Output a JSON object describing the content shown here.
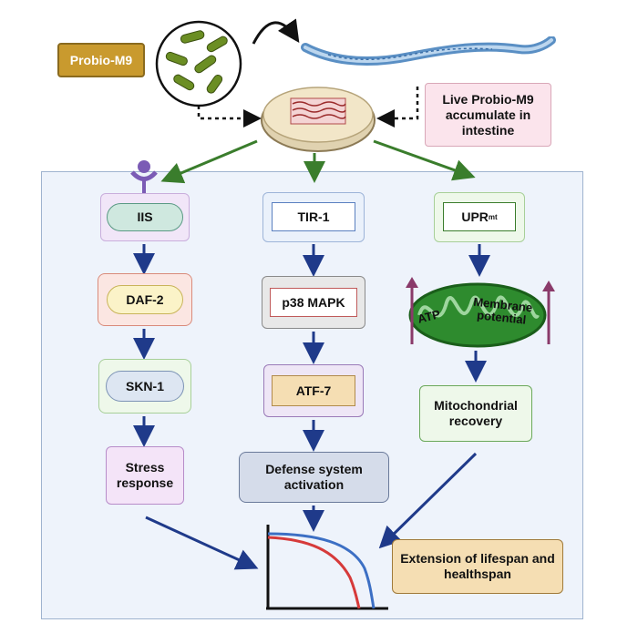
{
  "probio_label": "Probio-M9",
  "accumulate_note": "Live Probio-M9 accumulate in intestine",
  "pathways": {
    "iis": {
      "steps": [
        "IIS",
        "DAF-2",
        "SKN-1"
      ],
      "outcome": "Stress response"
    },
    "tir": {
      "steps": [
        "TIR-1",
        "p38 MAPK",
        "ATF-7"
      ],
      "outcome": "Defense system activation"
    },
    "upr": {
      "label_main": "UPR",
      "label_sup": "mt",
      "mito_atp": "ATP",
      "mito_potential": "Membrane potential",
      "outcome": "Mitochondrial recovery"
    }
  },
  "result": "Extension of lifespan and healthspan",
  "colors": {
    "panel_bg": "#eef3fb",
    "green_arrow": "#3a7d2c",
    "blue_arrow": "#1f3a8a",
    "curve_red": "#d63a3a",
    "curve_blue": "#3c6fc4",
    "mito_green": "#2e8b2e",
    "label_gold": "#c99a2e"
  },
  "icons": [
    "bacteria-icon",
    "worm-icon",
    "petri-dish-icon",
    "receptor-icon",
    "mitochondria-icon",
    "survival-curve-icon"
  ]
}
